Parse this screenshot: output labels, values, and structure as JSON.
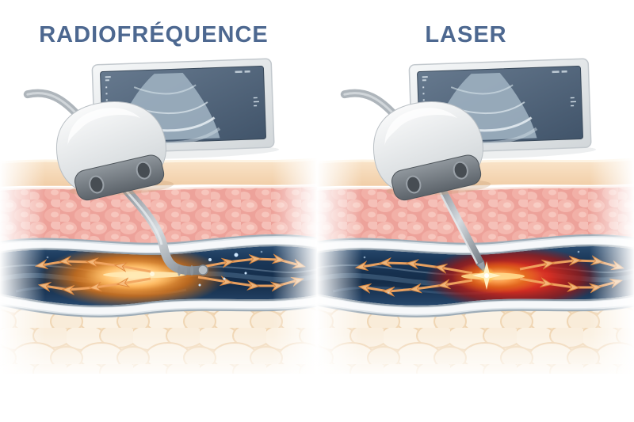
{
  "page": {
    "background": "#ffffff"
  },
  "panels": [
    {
      "title": "RADIOFRÉQUENCE",
      "device": "radiofrequency-catheter",
      "energy_glow_color": "#f08a1e"
    },
    {
      "title": "LASER",
      "device": "laser-fiber",
      "energy_glow_color": "#e02b1d"
    }
  ],
  "shared": {
    "title_color": "#4d6890",
    "equipment": [
      "ultrasound-monitor",
      "ultrasound-transducer-probe"
    ],
    "tissue_layers": [
      "epidermis",
      "dermis",
      "vein",
      "subcutaneous-fat"
    ],
    "arrow_color": "#f3a661",
    "vein_color": "#16304f"
  }
}
